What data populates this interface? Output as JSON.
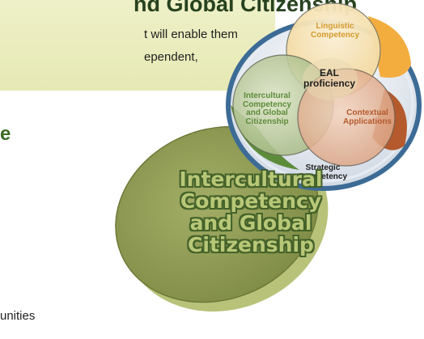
{
  "text": {
    "heading_fragment": "nd Global Citizenship",
    "line1": "t will enable them",
    "line2": "ependent,",
    "section_fragment": "e",
    "bottom_fragment": "unities"
  },
  "big_label": [
    "Intercultural",
    "Competency",
    "and Global",
    "Citizenship"
  ],
  "diagram": {
    "linguistic": "Linguistic Competency",
    "eal": "EAL proficiency",
    "intercultural": "Intercultural Competency and Global Citizenship",
    "contextual": "Contextual Applications",
    "strategic": "Strategic Competency"
  },
  "colors": {
    "big_ellipse": "#8f9b53",
    "big_ellipse_shadow": "#b8c278",
    "outline_blue": "#3c6b96",
    "linguistic_orange": "#f3ad3e",
    "contextual_rust": "#b45a2d",
    "intercultural_green": "#5c8c3a"
  }
}
